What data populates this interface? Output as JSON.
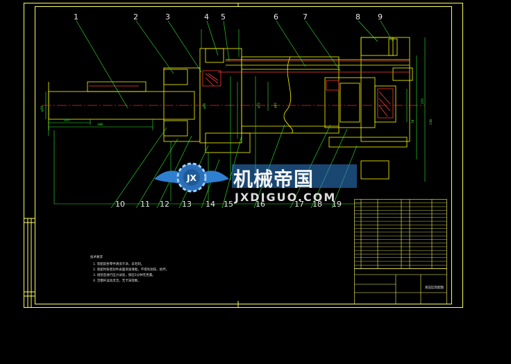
{
  "drawing": {
    "part_numbers": [
      "1",
      "2",
      "3",
      "4",
      "5",
      "6",
      "7",
      "8",
      "9",
      "10",
      "11",
      "12",
      "13",
      "14",
      "15",
      "16",
      "17",
      "18",
      "19"
    ],
    "dimensions": {
      "shaft_diameter": "φ50",
      "length_1": "125",
      "length_2": "180",
      "height_1": "φ60",
      "height_2": "φ72",
      "height_3": "φ82",
      "height_4": "230",
      "height_5": "255",
      "side_1": "78"
    }
  },
  "watermark": {
    "cn_text": "机械帝国",
    "en_text": "JXDIGUO.COM",
    "emblem_text": "JX"
  },
  "notes": {
    "title": "技术要求",
    "lines": [
      "1. 装配前各零件清洗干净，去毛刺。",
      "2. 装配时各密封件表面涂润滑脂，不得有划伤、损坏。",
      "3. 组装后进行压力试验，保压5分钟无泄漏。",
      "4. 活塞杆运动灵活，无卡滞现象。"
    ]
  },
  "title_block": {
    "drawing_title": "液压缸装配图"
  },
  "colors": {
    "background": "#000000",
    "frame": "#ffff66",
    "geometry": "#ffff00",
    "dimension": "#33ee33",
    "centerline": "#ff2222",
    "section": "#ff3b3b",
    "watermark_blue": "#2f7fd0"
  }
}
